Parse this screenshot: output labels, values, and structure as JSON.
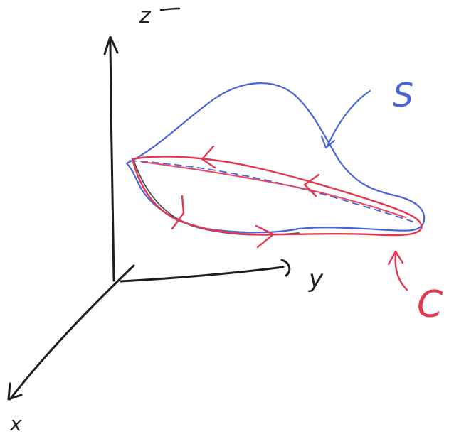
{
  "diagram": {
    "axes": {
      "z_label": "z",
      "y_label": "y",
      "x_label": "x"
    },
    "surface_label": "S",
    "curve_label": "C",
    "colors": {
      "axes": "#1e1e1e",
      "surface": "#4a63d9",
      "curve": "#e5364f",
      "shadow": "#2a2a38"
    }
  }
}
